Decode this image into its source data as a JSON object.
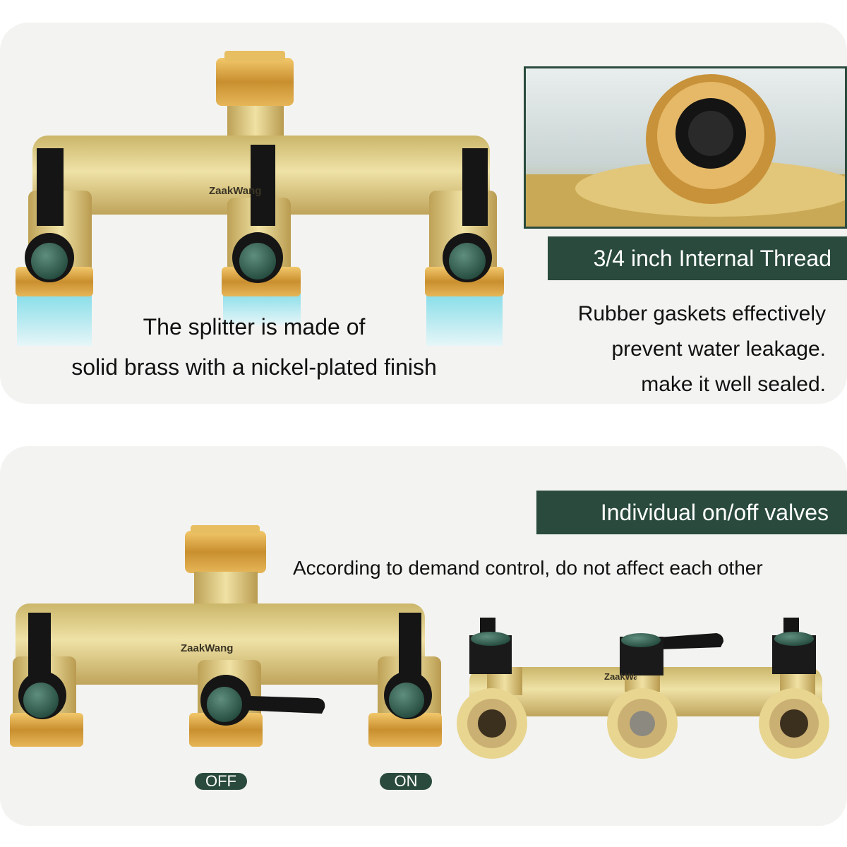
{
  "colors": {
    "accent": "#294a3c",
    "brass": "#d6c07a",
    "panel": "#f3f3f1",
    "valve": "#2f5a4c"
  },
  "top": {
    "brand": "ZaakWang",
    "thread_tag": "3/4 inch Internal Thread",
    "main_caption": [
      "The splitter is made of",
      "solid brass with a nickel-plated finish"
    ],
    "gasket_text": [
      "Rubber gaskets effectively",
      "prevent water leakage.",
      "make it well sealed."
    ]
  },
  "bottom": {
    "brand": "ZaakWang",
    "brand_partial": "ZaakWang",
    "valves_tag": "Individual on/off valves",
    "demand_text": "According to demand control, do not affect each other",
    "off_label": "OFF",
    "on_label": "ON"
  }
}
